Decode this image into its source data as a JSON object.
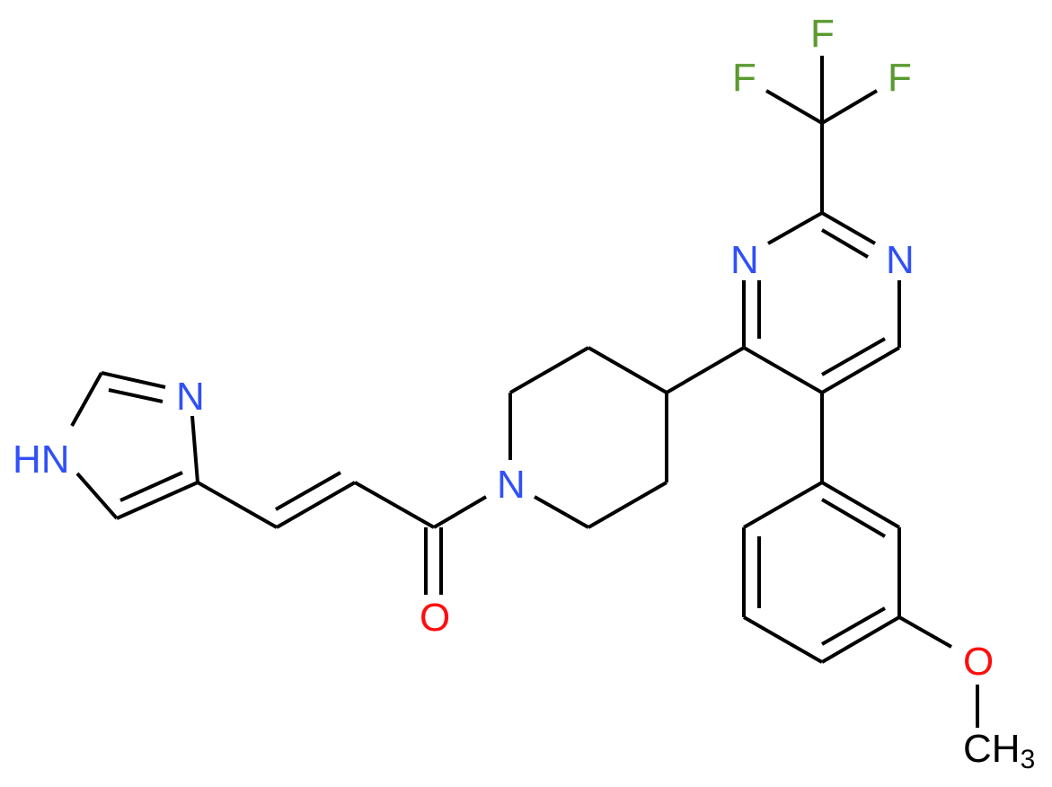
{
  "molecule": {
    "name": "(E)-3-(1H-imidazol-4-yl)-1-[4-[5-(3-methoxyphenyl)-2-(trifluoromethyl)pyrimidin-4-yl]piperidin-1-yl]prop-2-en-1-one",
    "colors": {
      "bond": "#000000",
      "nitrogen": "#3050F8",
      "oxygen": "#FF0D0D",
      "fluorine": "#5A9A30",
      "carbon": "#000000",
      "background": "#FFFFFF"
    },
    "labels": {
      "imidazole_nh": "HN",
      "imidazole_n": "N",
      "carbonyl_o": "O",
      "piperidine_n": "N",
      "pyrimidine_n3": "N",
      "pyrimidine_n1": "N",
      "f_top": "F",
      "f_left": "F",
      "f_right": "F",
      "methoxy_o": "O",
      "methyl_c": "CH",
      "methyl_sub": "3"
    },
    "fragments": [
      "1H-imidazol-4-yl",
      "(E)-vinyl",
      "carbonyl",
      "piperidin-1-yl",
      "pyrimidine",
      "trifluoromethyl",
      "3-methoxyphenyl"
    ]
  }
}
